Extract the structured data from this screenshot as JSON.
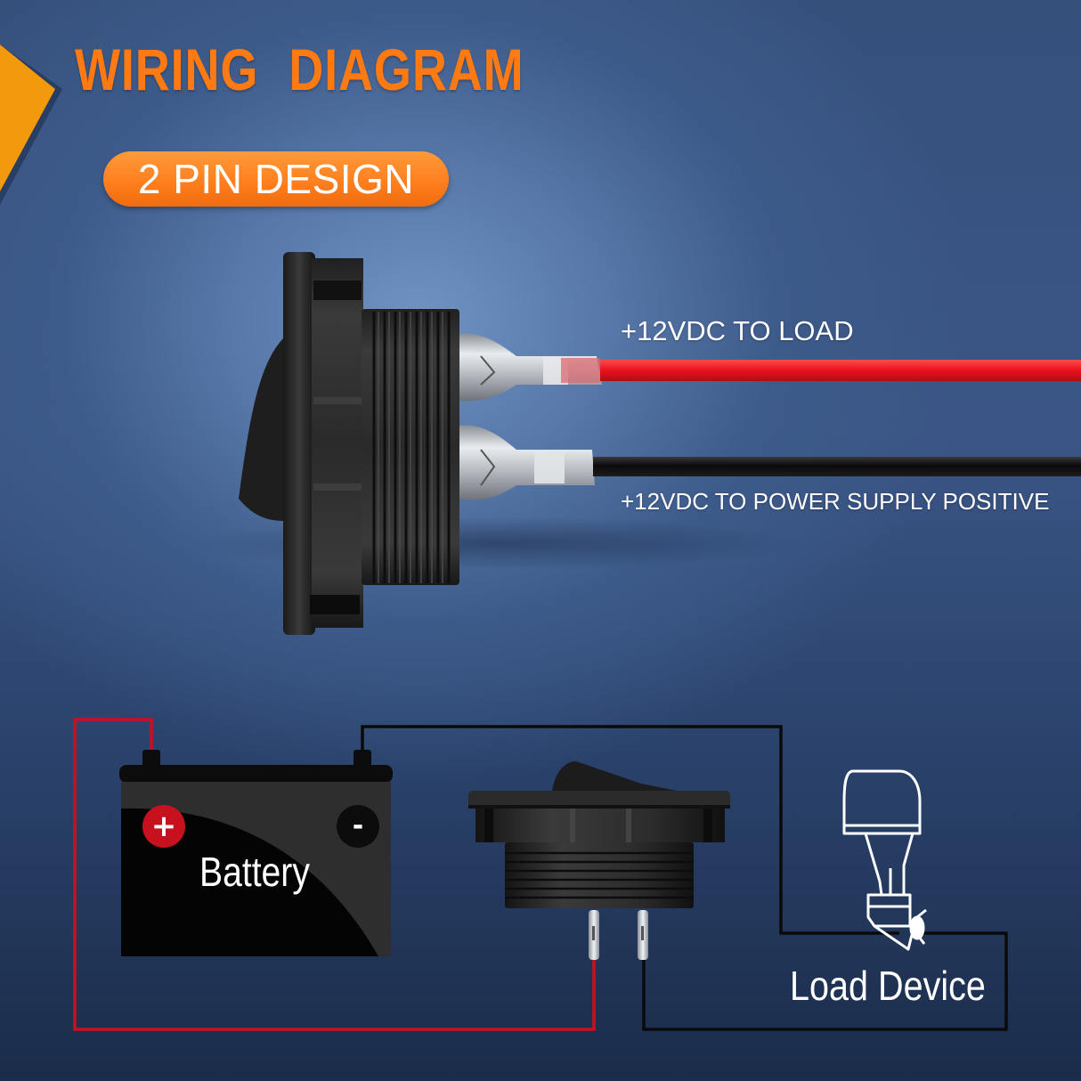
{
  "header": {
    "title": "WIRING DIAGRAM",
    "subtitle_badge": "2 PIN DESIGN"
  },
  "product_view": {
    "component": "round-rocker-switch",
    "wires": [
      {
        "id": "load",
        "color": "#e8121c",
        "label": "+12VDC TO LOAD"
      },
      {
        "id": "supply",
        "color": "#0a0a0a",
        "label": "+12VDC TO POWER SUPPLY POSITIVE"
      }
    ]
  },
  "schematic": {
    "battery": {
      "label": "Battery",
      "positive_symbol": "+",
      "negative_symbol": "-"
    },
    "switch": {
      "label": ""
    },
    "load": {
      "label": "Load Device",
      "icon": "outboard-motor-icon"
    },
    "wire_colors": {
      "positive": "#c8111e",
      "negative": "#0a0a0a"
    }
  },
  "colors": {
    "accent_orange": "#ff7a12",
    "corner_arrow": "#f39a0c",
    "background_top": "#36507c",
    "background_bottom": "#1b2c4a"
  }
}
